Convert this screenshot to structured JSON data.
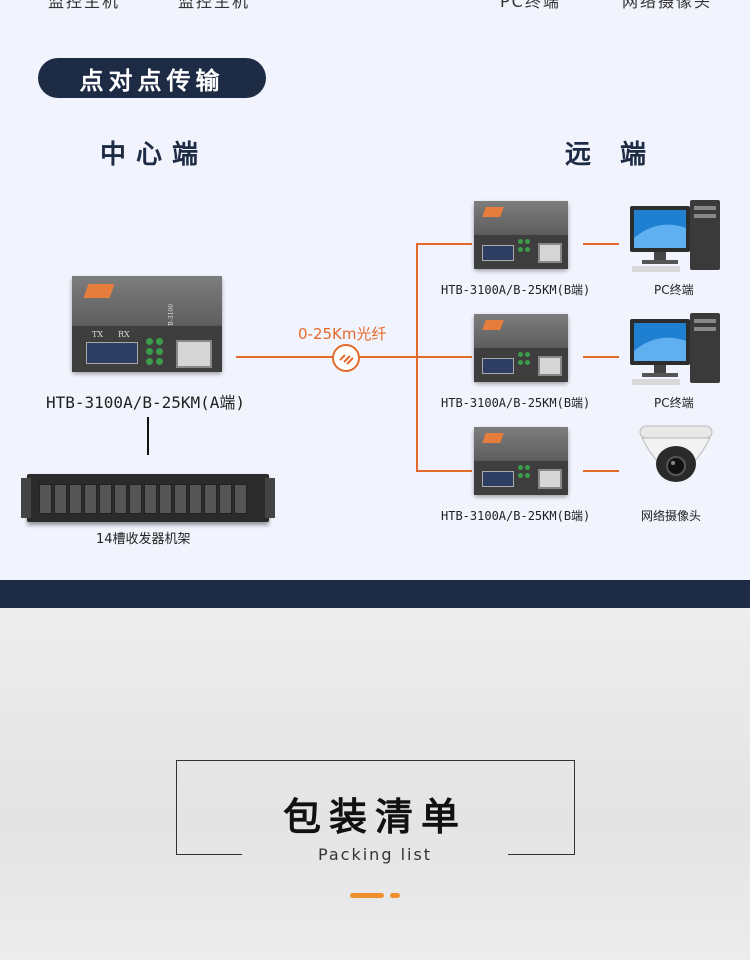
{
  "cut_top_texts": [
    "监控主机",
    "监控主机",
    "PC终端",
    "网络摄像头"
  ],
  "section_title": "点对点传输",
  "center_heading": "中心端",
  "remote_heading": "远 端",
  "fiber_label": "0-25Km光纤",
  "center_device_label": "HTB-3100A/B-25KM(A端)",
  "rack_label": "14槽收发器机架",
  "remote_devices": [
    {
      "label": "HTB-3100A/B-25KM(B端)",
      "endpoint": "PC终端",
      "endpoint_icon": "pc-icon"
    },
    {
      "label": "HTB-3100A/B-25KM(B端)",
      "endpoint": "PC终端",
      "endpoint_icon": "pc-icon"
    },
    {
      "label": "HTB-3100A/B-25KM(B端)",
      "endpoint": "网络摄像头",
      "endpoint_icon": "camera-icon"
    }
  ],
  "packing_title": "包装清单",
  "packing_subtitle": "Packing list",
  "colors": {
    "navy": "#1d2b45",
    "orange": "#e46a2b",
    "accent": "#f0912e"
  }
}
